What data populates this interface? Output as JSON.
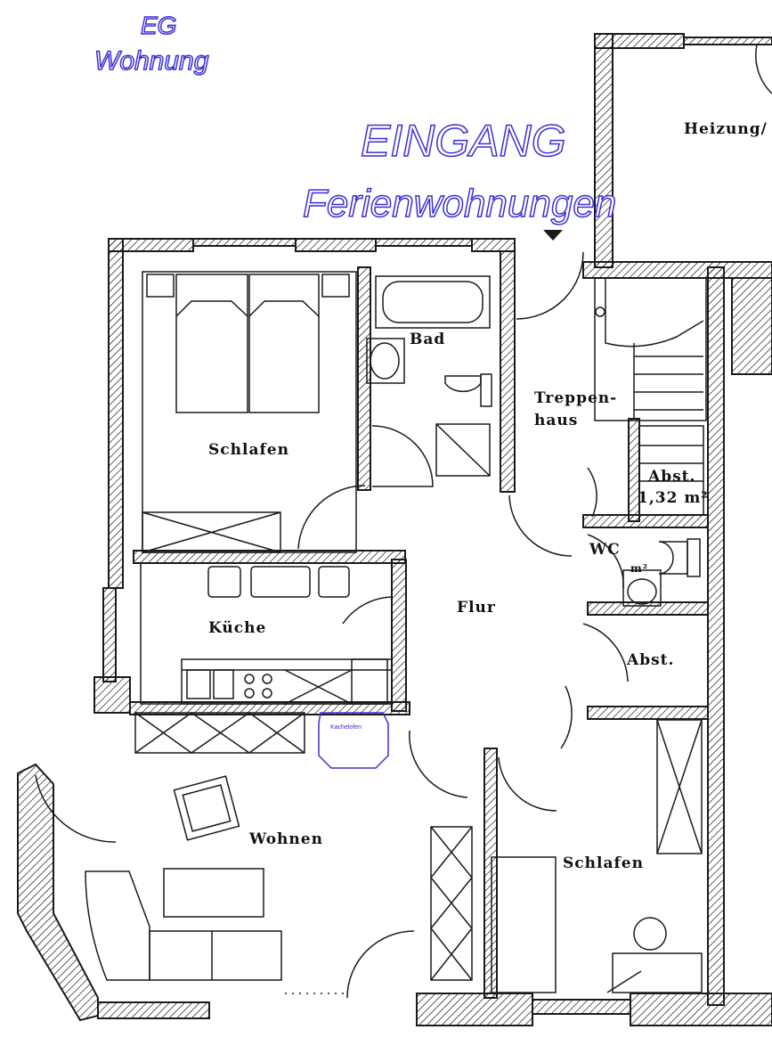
{
  "header": {
    "level_line1": "EG",
    "level_line2": "Wohnung",
    "entrance_line1": "EINGANG",
    "entrance_line2": "Ferienwohnungen"
  },
  "rooms": {
    "heizung": "Heizung/",
    "bad": "Bad",
    "treppenhaus_line1": "Treppen-",
    "treppenhaus_line2": "haus",
    "abst_small_line1": "Abst.",
    "abst_small_line2": "1,32 m²",
    "schlafen_top": "Schlafen",
    "wc": "WC",
    "wc_area": "m²",
    "flur": "Flur",
    "kueche": "Küche",
    "abst": "Abst.",
    "kachelofen": "Kachelofen",
    "wohnen": "Wohnen",
    "schlafen_bottom": "Schlafen"
  },
  "colors": {
    "title_outline": "#3d2fd6",
    "ink": "#1a1a1a",
    "paper": "#ffffff"
  }
}
